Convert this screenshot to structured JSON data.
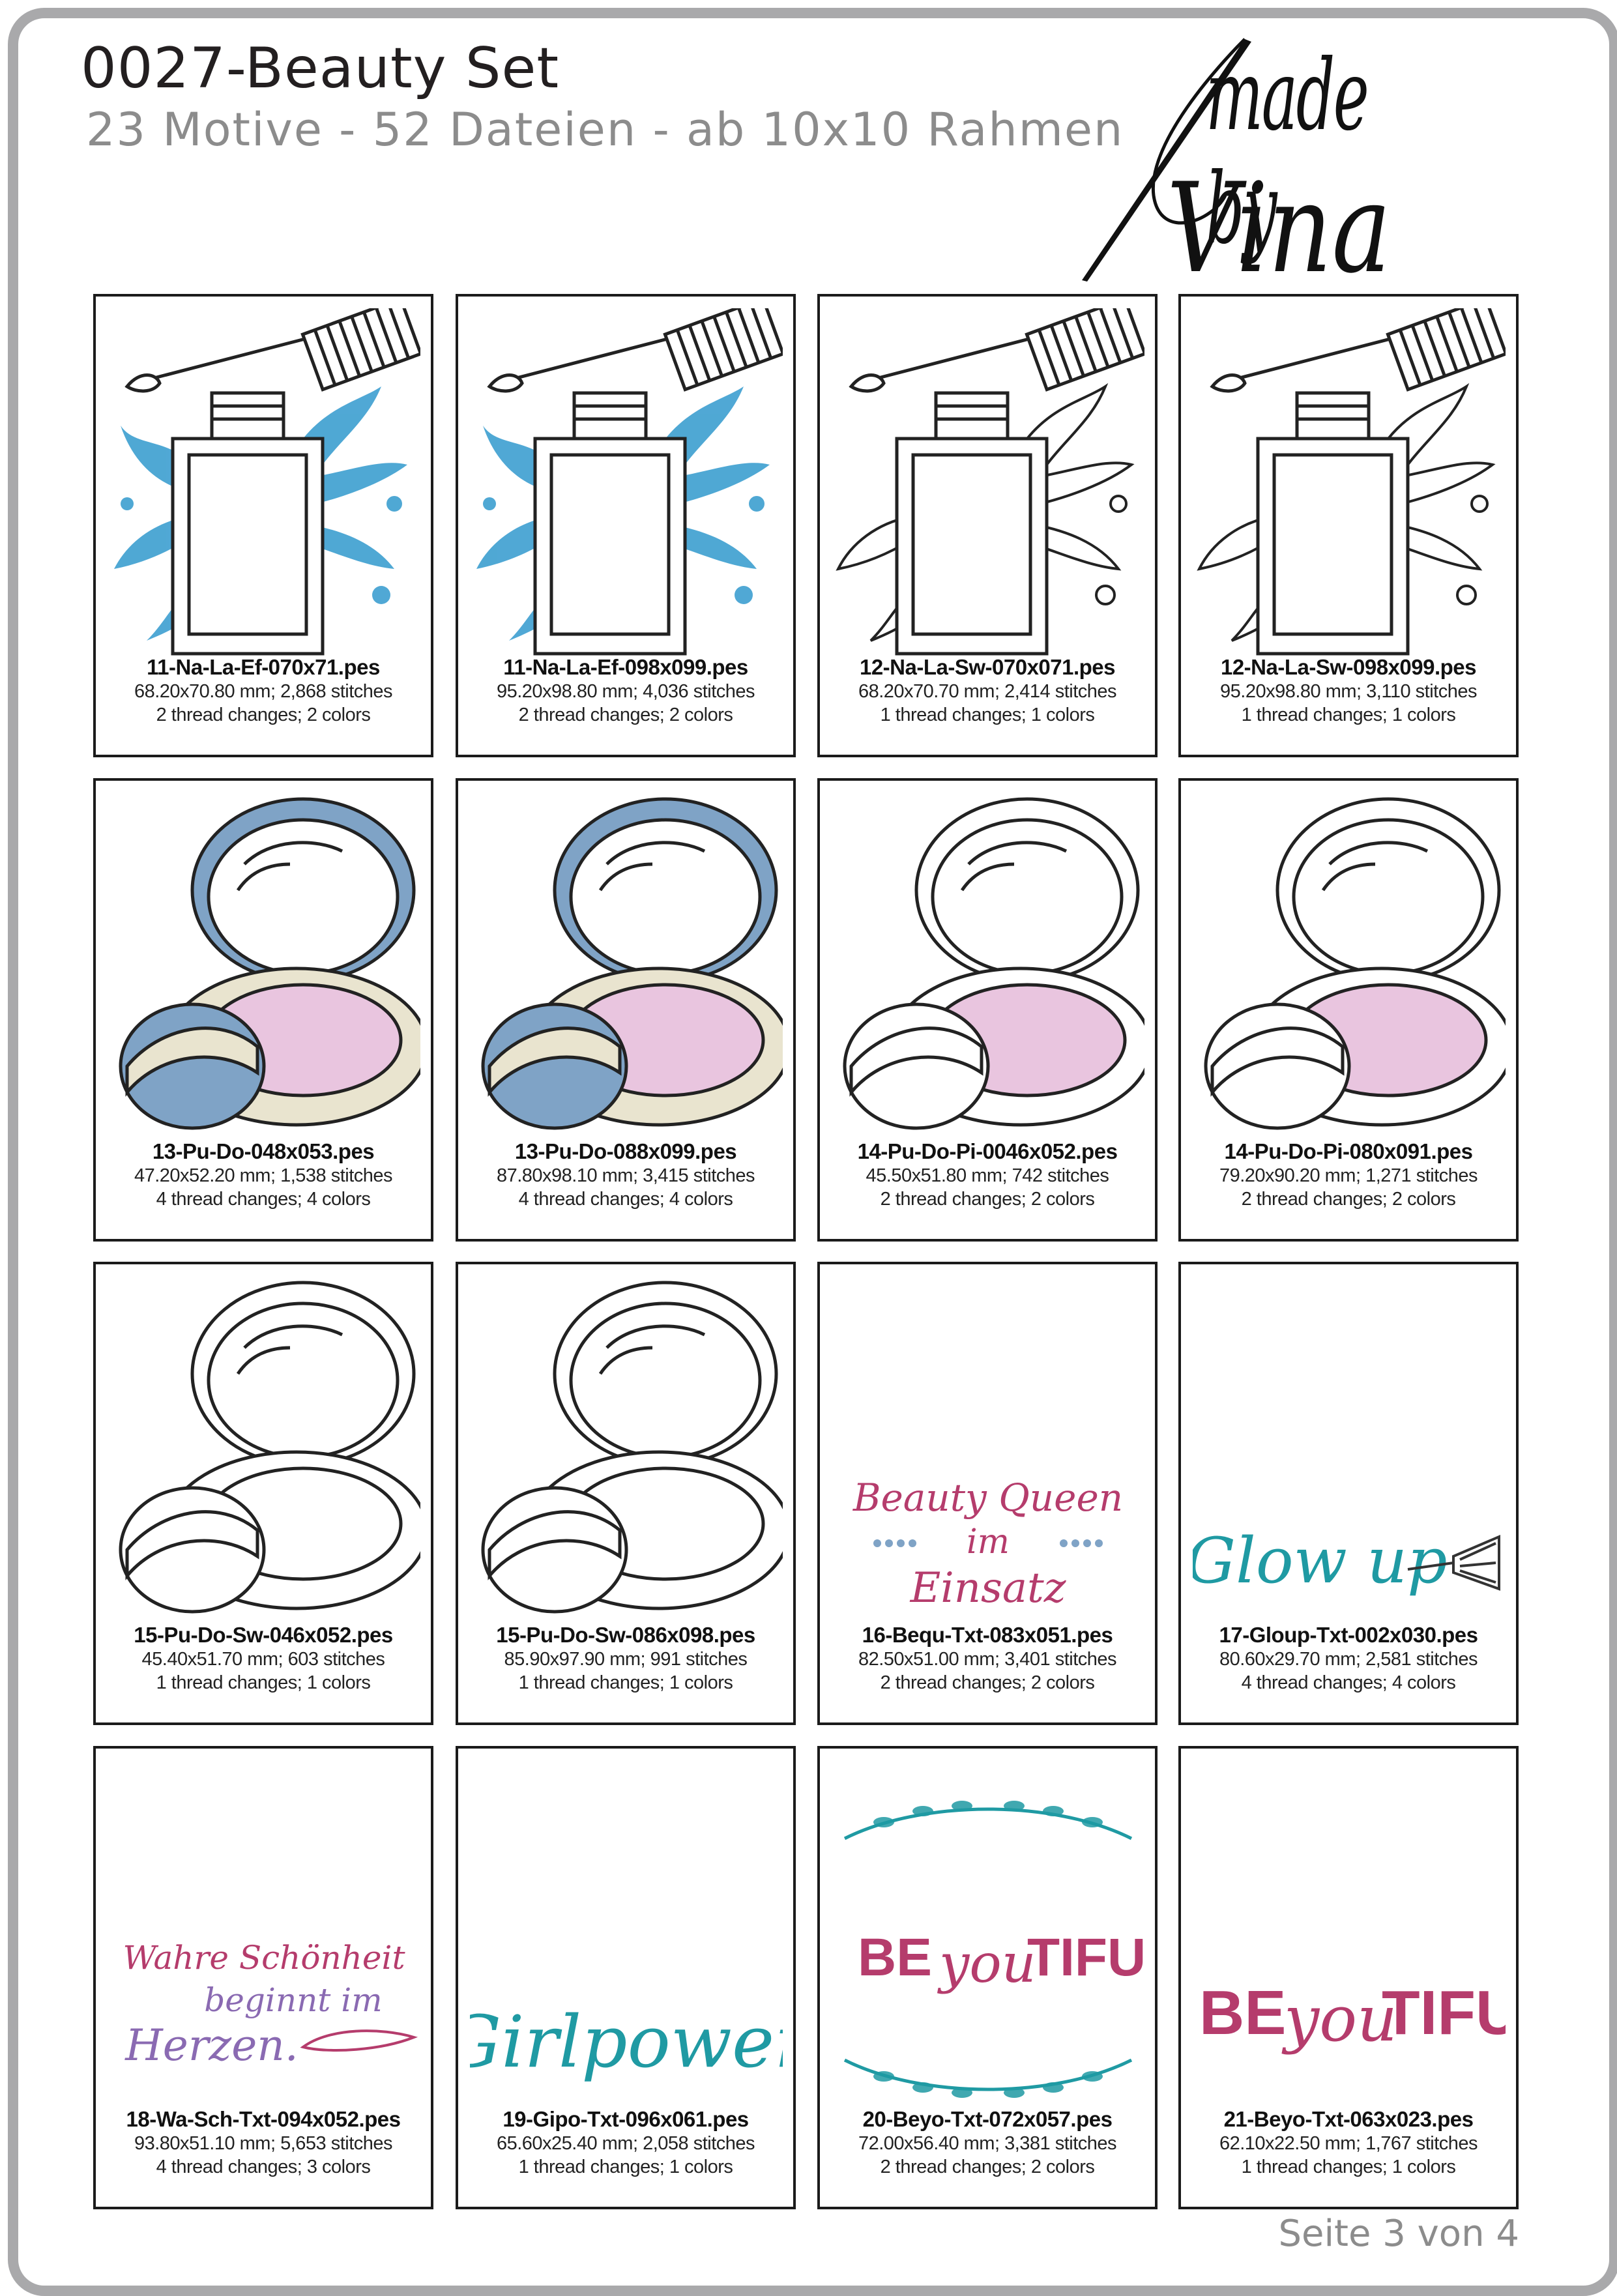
{
  "header": {
    "title": "0027-Beauty Set",
    "subtitle": "23 Motive - 52 Dateien - ab 10x10 Rahmen",
    "logo_top": "made by",
    "logo_bottom": "Vina"
  },
  "colors": {
    "blue": "#3d9fd0",
    "powder_blue": "#7fa3c6",
    "cream": "#e9e4cf",
    "pink": "#e9c5df",
    "rose": "#b53c6c",
    "teal": "#1f9aa3",
    "purple": "#8a6ab2"
  },
  "cards": [
    {
      "art": "polish-blue",
      "file": "11-Na-La-Ef-070x71.pes",
      "dims": "68.20x70.80 mm; 2,868 stitches",
      "threads": "2 thread changes; 2 colors"
    },
    {
      "art": "polish-blue",
      "file": "11-Na-La-Ef-098x099.pes",
      "dims": "95.20x98.80 mm; 4,036 stitches",
      "threads": "2 thread changes; 2 colors"
    },
    {
      "art": "polish-outline",
      "file": "12-Na-La-Sw-070x071.pes",
      "dims": "68.20x70.70 mm; 2,414 stitches",
      "threads": "1 thread changes; 1 colors"
    },
    {
      "art": "polish-outline",
      "file": "12-Na-La-Sw-098x099.pes",
      "dims": "95.20x98.80 mm; 3,110 stitches",
      "threads": "1 thread changes; 1 colors"
    },
    {
      "art": "powder-full",
      "file": "13-Pu-Do-048x053.pes",
      "dims": "47.20x52.20 mm; 1,538 stitches",
      "threads": "4 thread changes; 4 colors"
    },
    {
      "art": "powder-full",
      "file": "13-Pu-Do-088x099.pes",
      "dims": "87.80x98.10 mm; 3,415 stitches",
      "threads": "4 thread changes; 4 colors"
    },
    {
      "art": "powder-pink",
      "file": "14-Pu-Do-Pi-0046x052.pes",
      "dims": "45.50x51.80 mm; 742 stitches",
      "threads": "2 thread changes; 2 colors"
    },
    {
      "art": "powder-pink",
      "file": "14-Pu-Do-Pi-080x091.pes",
      "dims": "79.20x90.20 mm; 1,271 stitches",
      "threads": "2 thread changes; 2 colors"
    },
    {
      "art": "powder-outline",
      "file": "15-Pu-Do-Sw-046x052.pes",
      "dims": "45.40x51.70 mm; 603 stitches",
      "threads": "1 thread changes; 1 colors"
    },
    {
      "art": "powder-outline",
      "file": "15-Pu-Do-Sw-086x098.pes",
      "dims": "85.90x97.90 mm; 991 stitches",
      "threads": "1 thread changes; 1 colors"
    },
    {
      "art": "beauty-queen",
      "file": "16-Bequ-Txt-083x051.pes",
      "dims": "82.50x51.00 mm; 3,401 stitches",
      "threads": "2 thread changes; 2 colors"
    },
    {
      "art": "glow-up",
      "file": "17-Gloup-Txt-002x030.pes",
      "dims": "80.60x29.70 mm; 2,581 stitches",
      "threads": "4 thread changes; 4 colors"
    },
    {
      "art": "wahre",
      "file": "18-Wa-Sch-Txt-094x052.pes",
      "dims": "93.80x51.10 mm; 5,653 stitches",
      "threads": "4 thread changes; 3 colors"
    },
    {
      "art": "girlpower",
      "file": "19-Gipo-Txt-096x061.pes",
      "dims": "65.60x25.40 mm; 2,058 stitches",
      "threads": "1 thread changes; 1 colors"
    },
    {
      "art": "beyou-wreath",
      "file": "20-Beyo-Txt-072x057.pes",
      "dims": "72.00x56.40 mm; 3,381 stitches",
      "threads": "2 thread changes; 2 colors"
    },
    {
      "art": "beyou-plain",
      "file": "21-Beyo-Txt-063x023.pes",
      "dims": "62.10x22.50 mm; 1,767 stitches",
      "threads": "1 thread changes; 1 colors"
    }
  ],
  "texts": {
    "beauty_queen": [
      "Beauty Queen",
      "im",
      "Einsatz"
    ],
    "glow_up": "Glow up",
    "wahre": [
      "Wahre Schönheit",
      "beginnt im",
      "Herzen."
    ],
    "girlpower": "Girlpower",
    "be": "BE",
    "you": "you",
    "tiful": "TIFUL"
  },
  "footer": "Seite 3 von 4"
}
